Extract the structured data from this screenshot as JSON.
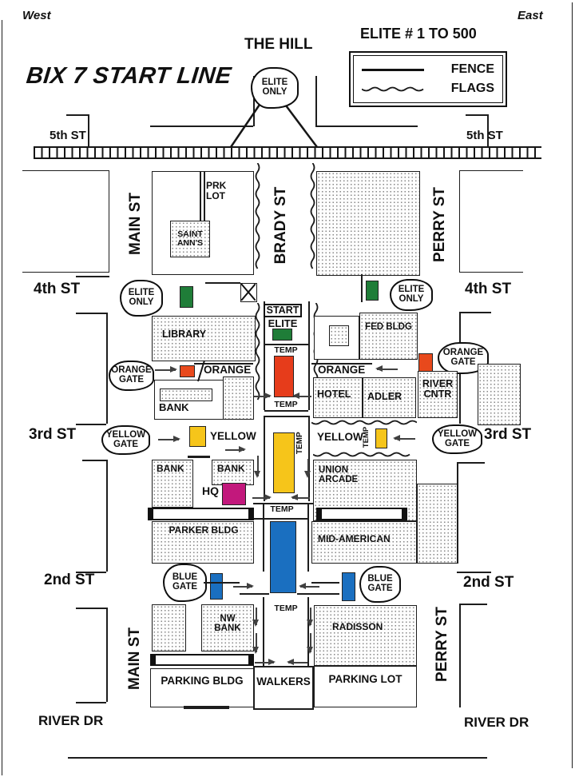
{
  "title": "BIX 7 START LINE",
  "compass": {
    "west": "West",
    "east": "East"
  },
  "header": {
    "the_hill": "THE HILL"
  },
  "legend": {
    "title": "ELITE # 1 TO 500",
    "fence": "FENCE",
    "flags": "FLAGS"
  },
  "streets": {
    "fifth": "5th ST",
    "fourth": "4th ST",
    "third": "3rd ST",
    "second": "2nd ST",
    "river": "RIVER DR",
    "main": "MAIN ST",
    "brady": "BRADY ST",
    "perry": "PERRY ST"
  },
  "gates": {
    "elite_only": "ELITE ONLY",
    "orange": "ORANGE GATE",
    "yellow": "YELLOW GATE",
    "blue": "BLUE GATE"
  },
  "route": {
    "start": "START",
    "elite": "ELITE",
    "orange": "ORANGE",
    "yellow": "YELLOW",
    "temp": "TEMP",
    "walkers": "WALKERS"
  },
  "buildings": {
    "prk_lot": "PRK LOT",
    "saint_anns": "SAINT ANN'S",
    "library": "LIBRARY",
    "fed_bldg": "FED BLDG",
    "bank": "BANK",
    "hotel": "HOTEL",
    "adler": "ADLER",
    "river_cntr": "RIVER CNTR",
    "union_arcade": "UNION ARCADE",
    "hq": "HQ",
    "parker_bldg": "PARKER BLDG",
    "mid_american": "MID-AMERICAN",
    "nw_bank": "NW BANK",
    "radisson": "RADISSON",
    "parking_bldg": "PARKING BLDG",
    "parking_lot": "PARKING LOT"
  },
  "colors": {
    "green": "#1f7d38",
    "orange": "#e8491c",
    "red": "#e63c1b",
    "yellow": "#f6c51a",
    "magenta": "#c2187c",
    "blue": "#1a6fc0"
  }
}
